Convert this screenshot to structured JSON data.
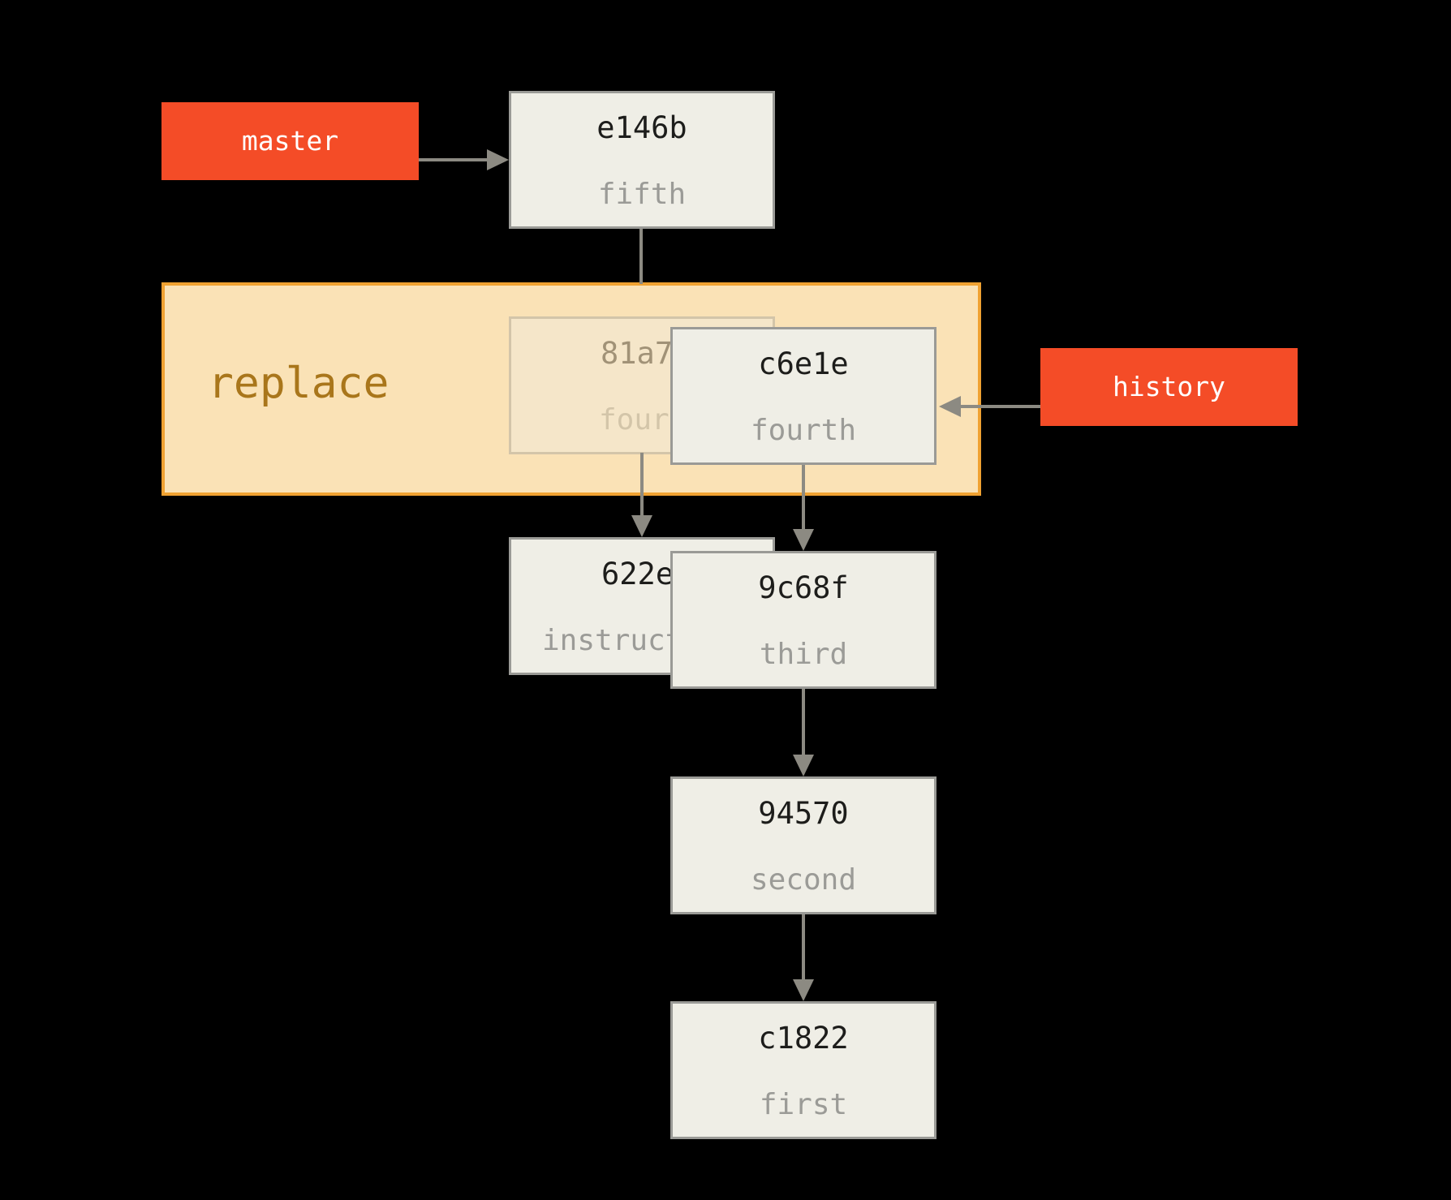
{
  "diagram": {
    "branch_labels": {
      "master": "master",
      "history": "history"
    },
    "replace_overlay": {
      "label": "replace"
    },
    "commits": {
      "e146b": {
        "hash": "e146b",
        "message": "fifth"
      },
      "replaced_fourth": {
        "hash": "81a7",
        "message": "fourt"
      },
      "c6e1e": {
        "hash": "c6e1e",
        "message": "fourth"
      },
      "hidden_third": {
        "hash": "622e",
        "message": "instruct"
      },
      "9c68f": {
        "hash": "9c68f",
        "message": "third"
      },
      "94570": {
        "hash": "94570",
        "message": "second"
      },
      "c1822": {
        "hash": "c1822",
        "message": "first"
      }
    }
  },
  "colors": {
    "background": "#000000",
    "label-fill": "#F44C27",
    "label-text": "#FFFFFF",
    "commit-fill": "#EFEEE6",
    "commit-border": "#9A9A96",
    "hash-text": "#1D1D1B",
    "message-text": "#9B9B97",
    "replace-fill": "#FAE2B6",
    "replace-border": "#F0A232",
    "replace-text": "#A9761B",
    "arrow": "#8C8A82"
  }
}
